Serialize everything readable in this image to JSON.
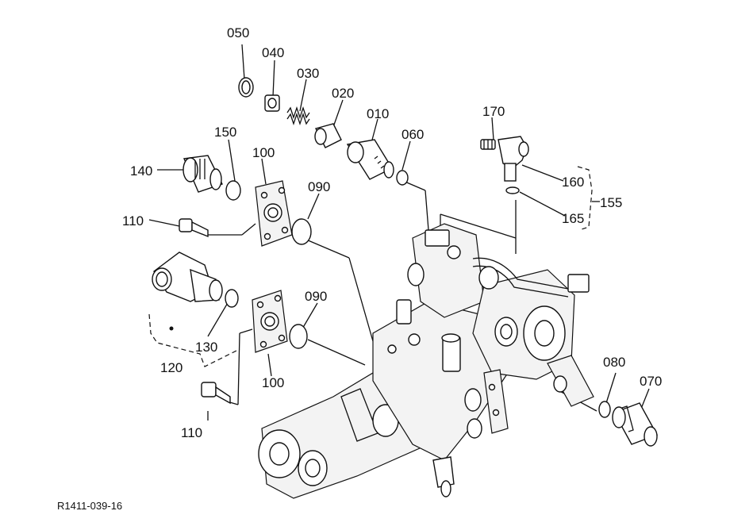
{
  "diagram": {
    "reference_code": "R1411-039-16",
    "callouts": [
      {
        "id": "c050",
        "text": "050"
      },
      {
        "id": "c040",
        "text": "040"
      },
      {
        "id": "c030",
        "text": "030"
      },
      {
        "id": "c020",
        "text": "020"
      },
      {
        "id": "c010",
        "text": "010"
      },
      {
        "id": "c060",
        "text": "060"
      },
      {
        "id": "c170",
        "text": "170"
      },
      {
        "id": "c160",
        "text": "160"
      },
      {
        "id": "c165",
        "text": "165"
      },
      {
        "id": "c155",
        "text": "155"
      },
      {
        "id": "c150",
        "text": "150"
      },
      {
        "id": "c140",
        "text": "140"
      },
      {
        "id": "c100a",
        "text": "100"
      },
      {
        "id": "c090a",
        "text": "090"
      },
      {
        "id": "c110a",
        "text": "110"
      },
      {
        "id": "c130",
        "text": "130"
      },
      {
        "id": "c120",
        "text": "120"
      },
      {
        "id": "c090b",
        "text": "090"
      },
      {
        "id": "c100b",
        "text": "100"
      },
      {
        "id": "c110b",
        "text": "110"
      },
      {
        "id": "c080",
        "text": "080"
      },
      {
        "id": "c070",
        "text": "070"
      }
    ]
  }
}
